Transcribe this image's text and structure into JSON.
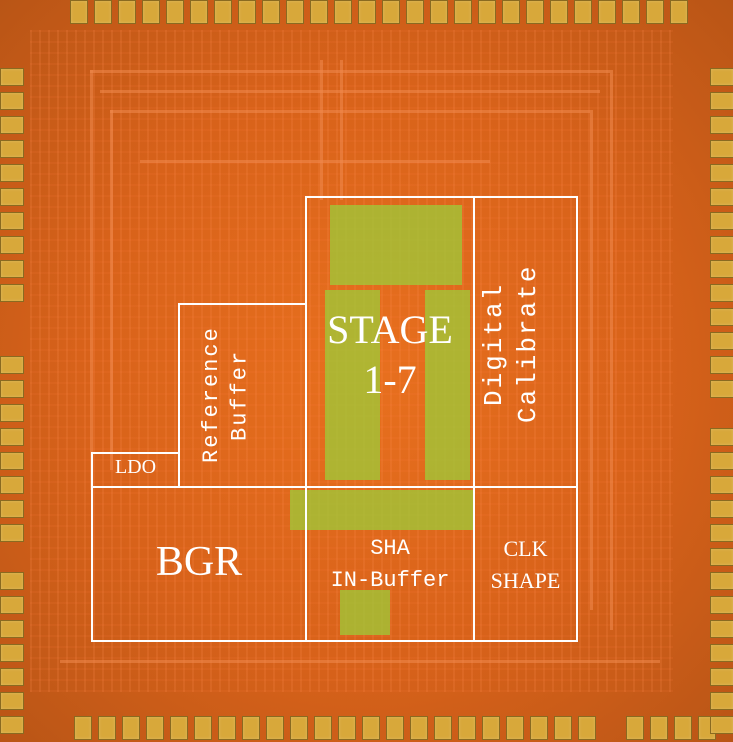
{
  "blocks": {
    "stage": "STAGE\n1-7",
    "digital": "Digital\nCalibrate",
    "reference": "Reference\nBuffer",
    "ldo": "LDO",
    "bgr": "BGR",
    "sha": "SHA\nIN-Buffer",
    "clk": "CLK\nSHAPE"
  },
  "colors": {
    "die": "#d8621a",
    "pad": "#d8a83a",
    "outline": "#ffffff",
    "active_region": "#9ccc3a"
  }
}
